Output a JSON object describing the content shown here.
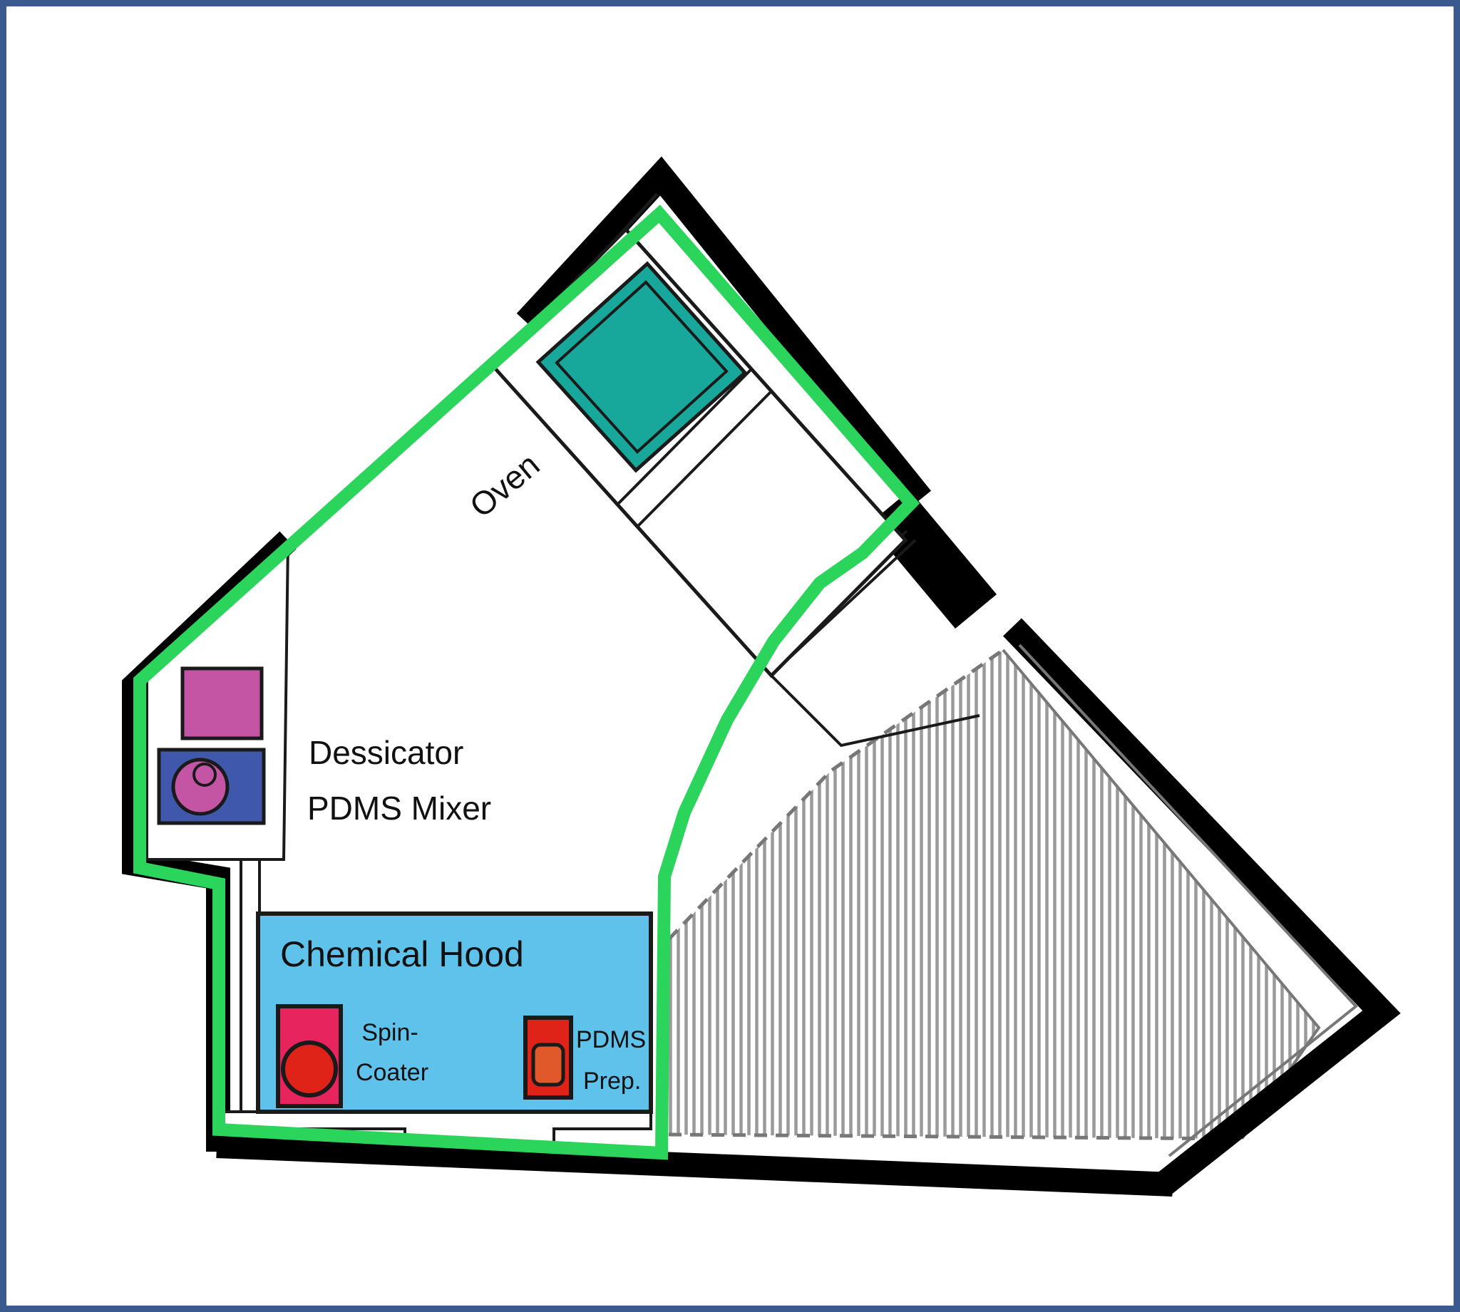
{
  "page": {
    "type": "lab-floor-plan",
    "description": "Floor plan of PDMS soft-lithography lab with green walking route"
  },
  "labels": {
    "oven": "Oven",
    "dessicator": "Dessicator",
    "pdms_mixer": "PDMS Mixer",
    "chemical_hood": "Chemical Hood",
    "spin_coater_line1": "Spin-",
    "spin_coater_line2": "Coater",
    "pdms_prep_line1": "PDMS",
    "pdms_prep_line2": "Prep."
  },
  "colors": {
    "frame_border": "#3A5A8F",
    "wall": "#000000",
    "route_green": "#2BD45A",
    "oven_teal": "#17A89B",
    "dessicator_magenta": "#C355A4",
    "mixer_blue": "#3F58AB",
    "mixer_knob_magenta": "#C355A4",
    "hood_blue": "#5FC2EA",
    "spin_coater_pink": "#E8245F",
    "spin_coater_knob_red": "#E02318",
    "pdms_prep_red": "#E02318",
    "pdms_prep_inner_orange": "#E0592B",
    "hatch_gray": "#9A9A9A",
    "dash_gray": "#777777",
    "thin_outline": "#1A1A1A",
    "background": "#FFFFFF",
    "text": "#111111"
  }
}
